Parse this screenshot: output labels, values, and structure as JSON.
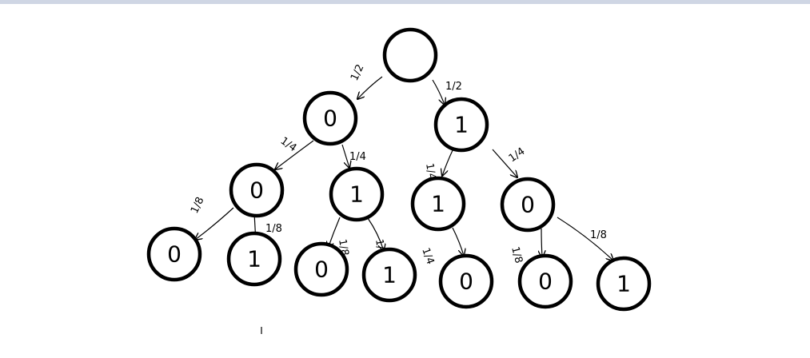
{
  "tree": {
    "root": {
      "value": ""
    },
    "level1": [
      {
        "value": "0",
        "prob": "1/2"
      },
      {
        "value": "1",
        "prob": "1/2"
      }
    ],
    "level2": [
      {
        "value": "0",
        "prob": "1/4"
      },
      {
        "value": "1",
        "prob": "1/4"
      },
      {
        "value": "1",
        "prob": "1/4"
      },
      {
        "value": "0",
        "prob": "1/4"
      }
    ],
    "level3": [
      {
        "value": "0",
        "prob": "1/8"
      },
      {
        "value": "1",
        "prob": "1/8"
      },
      {
        "value": "0",
        "prob": "1/8"
      },
      {
        "value": "1",
        "prob": "1/8"
      },
      {
        "value": "0",
        "prob": "1/4"
      },
      {
        "value": "0",
        "prob": "1/8"
      },
      {
        "value": "1",
        "prob": "1/8"
      }
    ]
  }
}
